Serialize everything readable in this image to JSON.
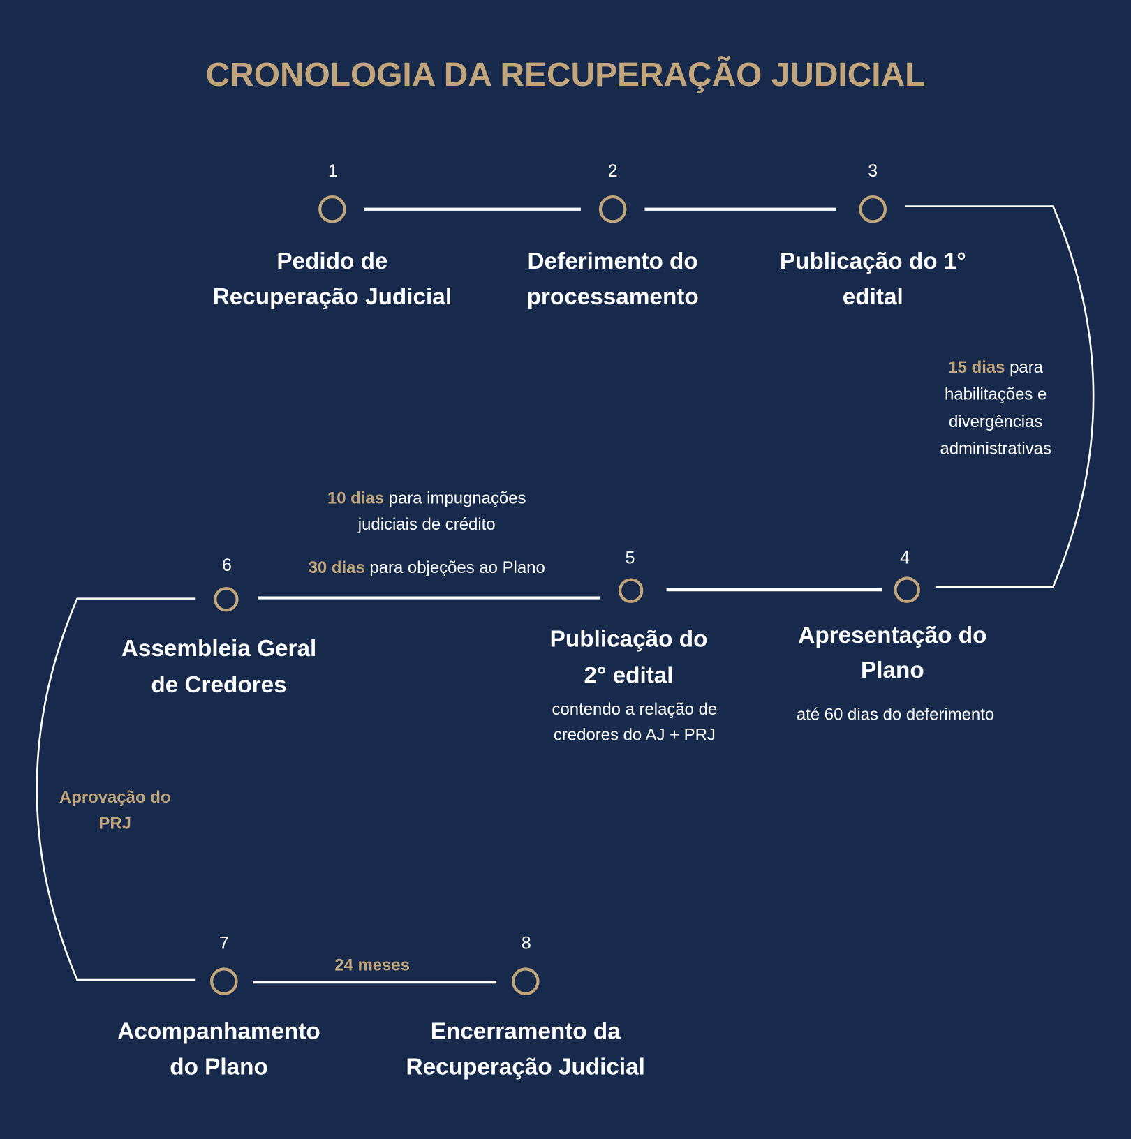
{
  "title": "CRONOLOGIA DA RECUPERAÇÃO JUDICIAL",
  "steps": [
    {
      "number": "1",
      "label": [
        "Pedido de",
        "Recuperação Judicial"
      ]
    },
    {
      "number": "2",
      "label": [
        "Deferimento do",
        "processamento"
      ]
    },
    {
      "number": "3",
      "label": [
        "Publicação do 1°",
        "edital"
      ]
    },
    {
      "number": "4",
      "label": [
        "Apresentação do",
        "Plano"
      ],
      "note": "até 60 dias do deferimento"
    },
    {
      "number": "5",
      "label": [
        "Publicação do",
        "2° edital"
      ],
      "note": [
        "contendo a relação de",
        "credores do AJ + PRJ"
      ]
    },
    {
      "number": "6",
      "label": [
        "Assembleia Geral",
        "de Credores"
      ]
    },
    {
      "number": "7",
      "label": [
        "Acompanhamento",
        "do Plano"
      ]
    },
    {
      "number": "8",
      "label": [
        "Encerramento da",
        "Recuperação Judicial"
      ]
    }
  ],
  "intervals": {
    "habilitacoes": {
      "highlight": "15 dias",
      "text": [
        " para",
        "habilitações e",
        "divergências",
        "administrativas"
      ]
    },
    "impugnacoes": {
      "highlight": "10 dias",
      "text": [
        " para impugnações",
        "judiciais de crédito"
      ]
    },
    "objecoes": {
      "highlight": "30 dias",
      "text": " para objeções ao Plano"
    },
    "aprovacao": [
      "Aprovação do",
      "PRJ"
    ],
    "acompanhamento": "24 meses"
  },
  "colors": {
    "background": "#172a4b",
    "accent": "#c2a57a",
    "line": "#ffffff"
  }
}
